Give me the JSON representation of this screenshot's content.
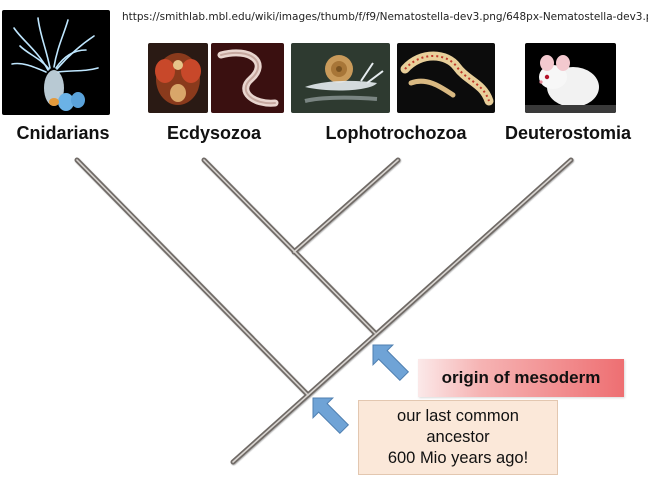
{
  "source_url": "https://smithlab.mbl.edu/wiki/images/thumb/f/f9/Nematostella-dev3.png/648px-Nematostella-dev3.png",
  "taxa": [
    "Cnidarians",
    "Ecdysozoa",
    "Lophotrochozoa",
    "Deuterostomia"
  ],
  "callouts": {
    "mesoderm": "origin of mesoderm",
    "ancestor_line1": "our last common",
    "ancestor_line2": "ancestor",
    "ancestor_line3": "600 Mio years ago!"
  },
  "colors": {
    "branch": "#8a8580",
    "arrow": "#6fa3d6",
    "mesoderm_box": "#ee6f72",
    "ancestor_box": "#fbe8d9"
  },
  "photos": [
    {
      "icon": "sea-anemone",
      "bg": "#000000"
    },
    {
      "icon": "insect-head",
      "bg": "#2a1a14"
    },
    {
      "icon": "nematode-worm",
      "bg": "#3a1010"
    },
    {
      "icon": "snail",
      "bg": "#2e3a30"
    },
    {
      "icon": "polychaete-worm",
      "bg": "#0c0c0c"
    },
    {
      "icon": "white-mouse",
      "bg": "#000000"
    }
  ]
}
